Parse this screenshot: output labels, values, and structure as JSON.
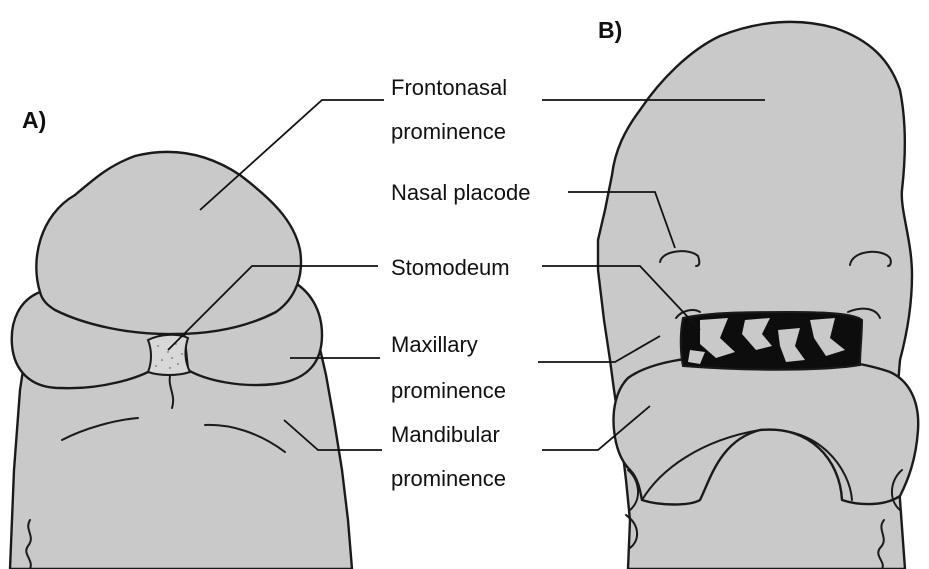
{
  "panels": {
    "a": "A)",
    "b": "B)"
  },
  "labels": {
    "frontonasal": [
      "Frontonasal",
      "prominence"
    ],
    "nasal_placode": "Nasal placode",
    "stomodeum": "Stomodeum",
    "maxillary": [
      "Maxillary",
      "prominence"
    ],
    "mandibular": [
      "Mandibular",
      "prominence"
    ]
  },
  "colors": {
    "tissue": "#c9c9c9",
    "outline": "#1a1a1a",
    "stomodeum_a": "#d8d8d8",
    "stomodeum_b": "#0d0d0d"
  }
}
